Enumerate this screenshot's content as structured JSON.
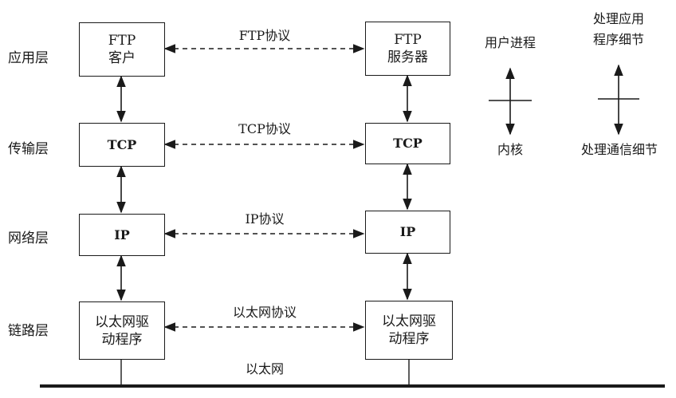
{
  "layers": {
    "application": "应用层",
    "transport": "传输层",
    "network": "网络层",
    "link": "链路层"
  },
  "left_stack": {
    "app": {
      "line1": "FTP",
      "line2": "客户"
    },
    "transport": "TCP",
    "network": "IP",
    "link": {
      "line1": "以太网驱",
      "line2": "动程序"
    }
  },
  "right_stack": {
    "app": {
      "line1": "FTP",
      "line2": "服务器"
    },
    "transport": "TCP",
    "network": "IP",
    "link": {
      "line1": "以太网驱",
      "line2": "动程序"
    }
  },
  "protocols": {
    "ftp": "FTP协议",
    "tcp": "TCP协议",
    "ip": "IP协议",
    "ethernet": "以太网协议"
  },
  "medium": "以太网",
  "legend_left": {
    "top": "用户进程",
    "bottom": "内核"
  },
  "legend_right": {
    "top_line1": "处理应用",
    "top_line2": "程序细节",
    "bottom": "处理通信细节"
  }
}
